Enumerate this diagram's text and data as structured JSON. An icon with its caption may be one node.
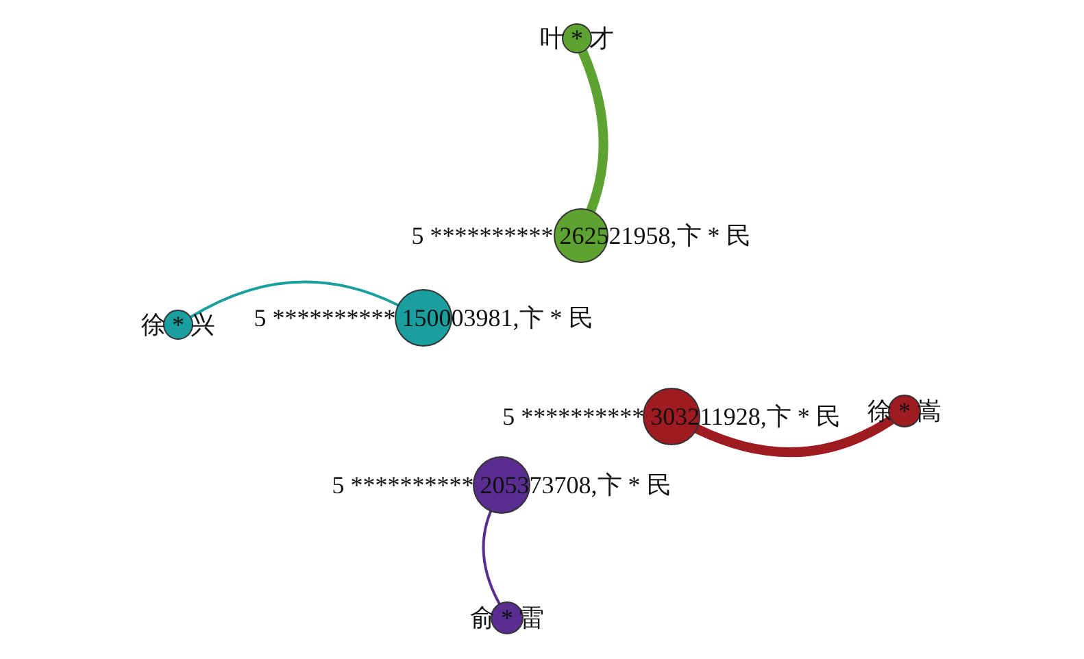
{
  "diagram": {
    "nodes": [
      {
        "text": [
          "叶 * 才"
        ]
      },
      {
        "text": [
          "5 ********** 262521958,卞 * 民"
        ]
      },
      {
        "text": [
          "徐 * 兴"
        ]
      },
      {
        "text": [
          "5 ********** 150003981,卞 * 民"
        ]
      },
      {
        "text": [
          "5 ********** 303211928,卞 * 民"
        ]
      },
      {
        "text": [
          "徐 * 嵩"
        ]
      },
      {
        "text": [
          "5 ********** 205373708,卞 * 民"
        ]
      },
      {
        "text": [
          "俞 * 雷"
        ]
      }
    ],
    "edges": [
      {
        "from": 0,
        "to": 1,
        "arrow": "none",
        "style": "thick",
        "color": "#5ea332"
      },
      {
        "from": 2,
        "to": 3,
        "arrow": "none",
        "color": "#1a9e9e"
      },
      {
        "from": 4,
        "to": 5,
        "arrow": "none",
        "style": "thick",
        "color": "#9e1b22"
      },
      {
        "from": 6,
        "to": 7,
        "arrow": "none",
        "color": "#5a2d91"
      }
    ]
  }
}
